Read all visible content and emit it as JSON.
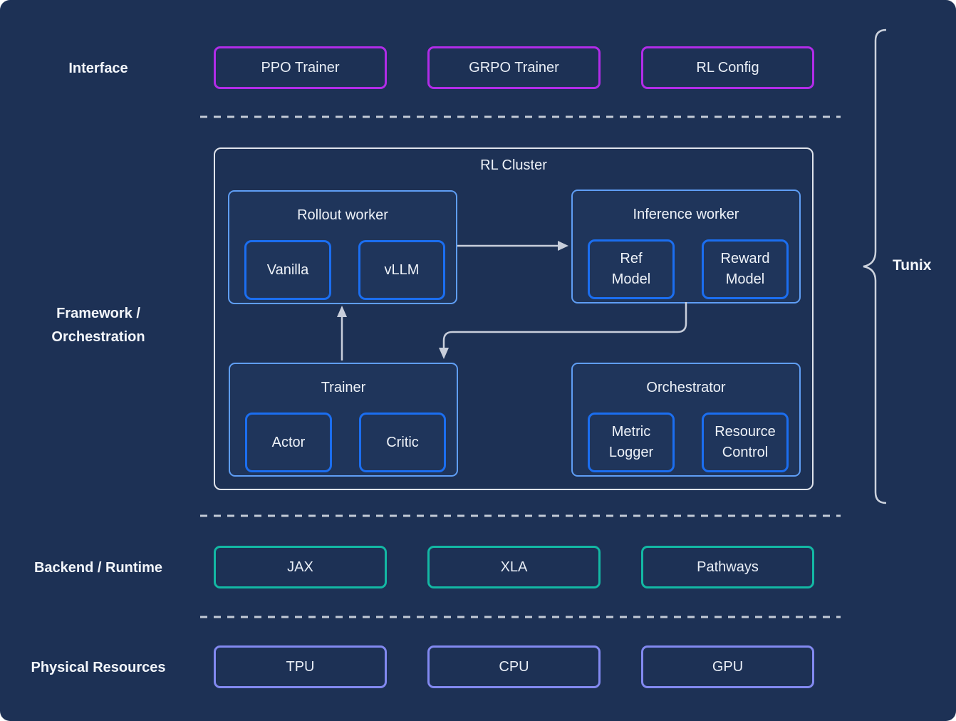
{
  "layers": {
    "interface": {
      "label": "Interface",
      "items": [
        "PPO Trainer",
        "GRPO Trainer",
        "RL Config"
      ],
      "accent_color": "#b12ce8"
    },
    "framework": {
      "label_line1": "Framework /",
      "label_line2": "Orchestration"
    },
    "backend": {
      "label": "Backend / Runtime",
      "items": [
        "JAX",
        "XLA",
        "Pathways"
      ],
      "accent_color": "#13b8a4"
    },
    "physical": {
      "label": "Physical Resources",
      "items": [
        "TPU",
        "CPU",
        "GPU"
      ],
      "accent_color": "#8289f0"
    }
  },
  "cluster": {
    "title": "RL Cluster",
    "rollout": {
      "title": "Rollout worker",
      "items": [
        "Vanilla",
        "vLLM"
      ]
    },
    "inference": {
      "title": "Inference worker",
      "items": [
        "Ref\nModel",
        "Reward\nModel"
      ]
    },
    "trainer": {
      "title": "Trainer",
      "items": [
        "Actor",
        "Critic"
      ]
    },
    "orchestrator": {
      "title": "Orchestrator",
      "items": [
        "Metric\nLogger",
        "Resource\nControl"
      ]
    }
  },
  "brace": {
    "label": "Tunix"
  },
  "colors": {
    "background": "#1d3155",
    "interface_border": "#b12ce8",
    "group_border": "#5f9ef5",
    "chip_border": "#1b6ef0",
    "cluster_border": "#dfe3eb",
    "backend_border": "#13b8a4",
    "physical_border": "#8289f0",
    "connector": "#c8cedb",
    "text": "#eef2f8"
  }
}
